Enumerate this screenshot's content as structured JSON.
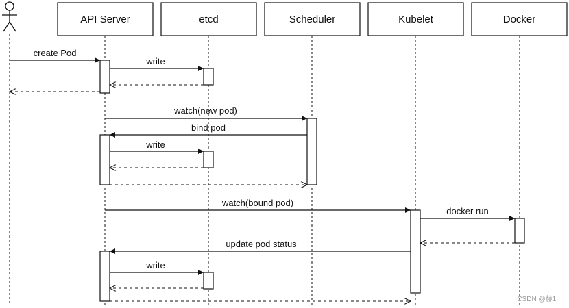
{
  "participants": {
    "actor": {
      "icon": "user-stick-figure-icon"
    },
    "api_server": "API Server",
    "etcd": "etcd",
    "scheduler": "Scheduler",
    "kubelet": "Kubelet",
    "docker": "Docker"
  },
  "messages": {
    "create_pod": "create Pod",
    "write_1": "write",
    "watch_new_pod": "watch(new pod)",
    "bind_pod": "bind pod",
    "write_2": "write",
    "watch_bound_pod": "watch(bound pod)",
    "docker_run": "docker run",
    "update_pod_status": "update pod status",
    "write_3": "write"
  },
  "watermark": "CSDN @赫1."
}
